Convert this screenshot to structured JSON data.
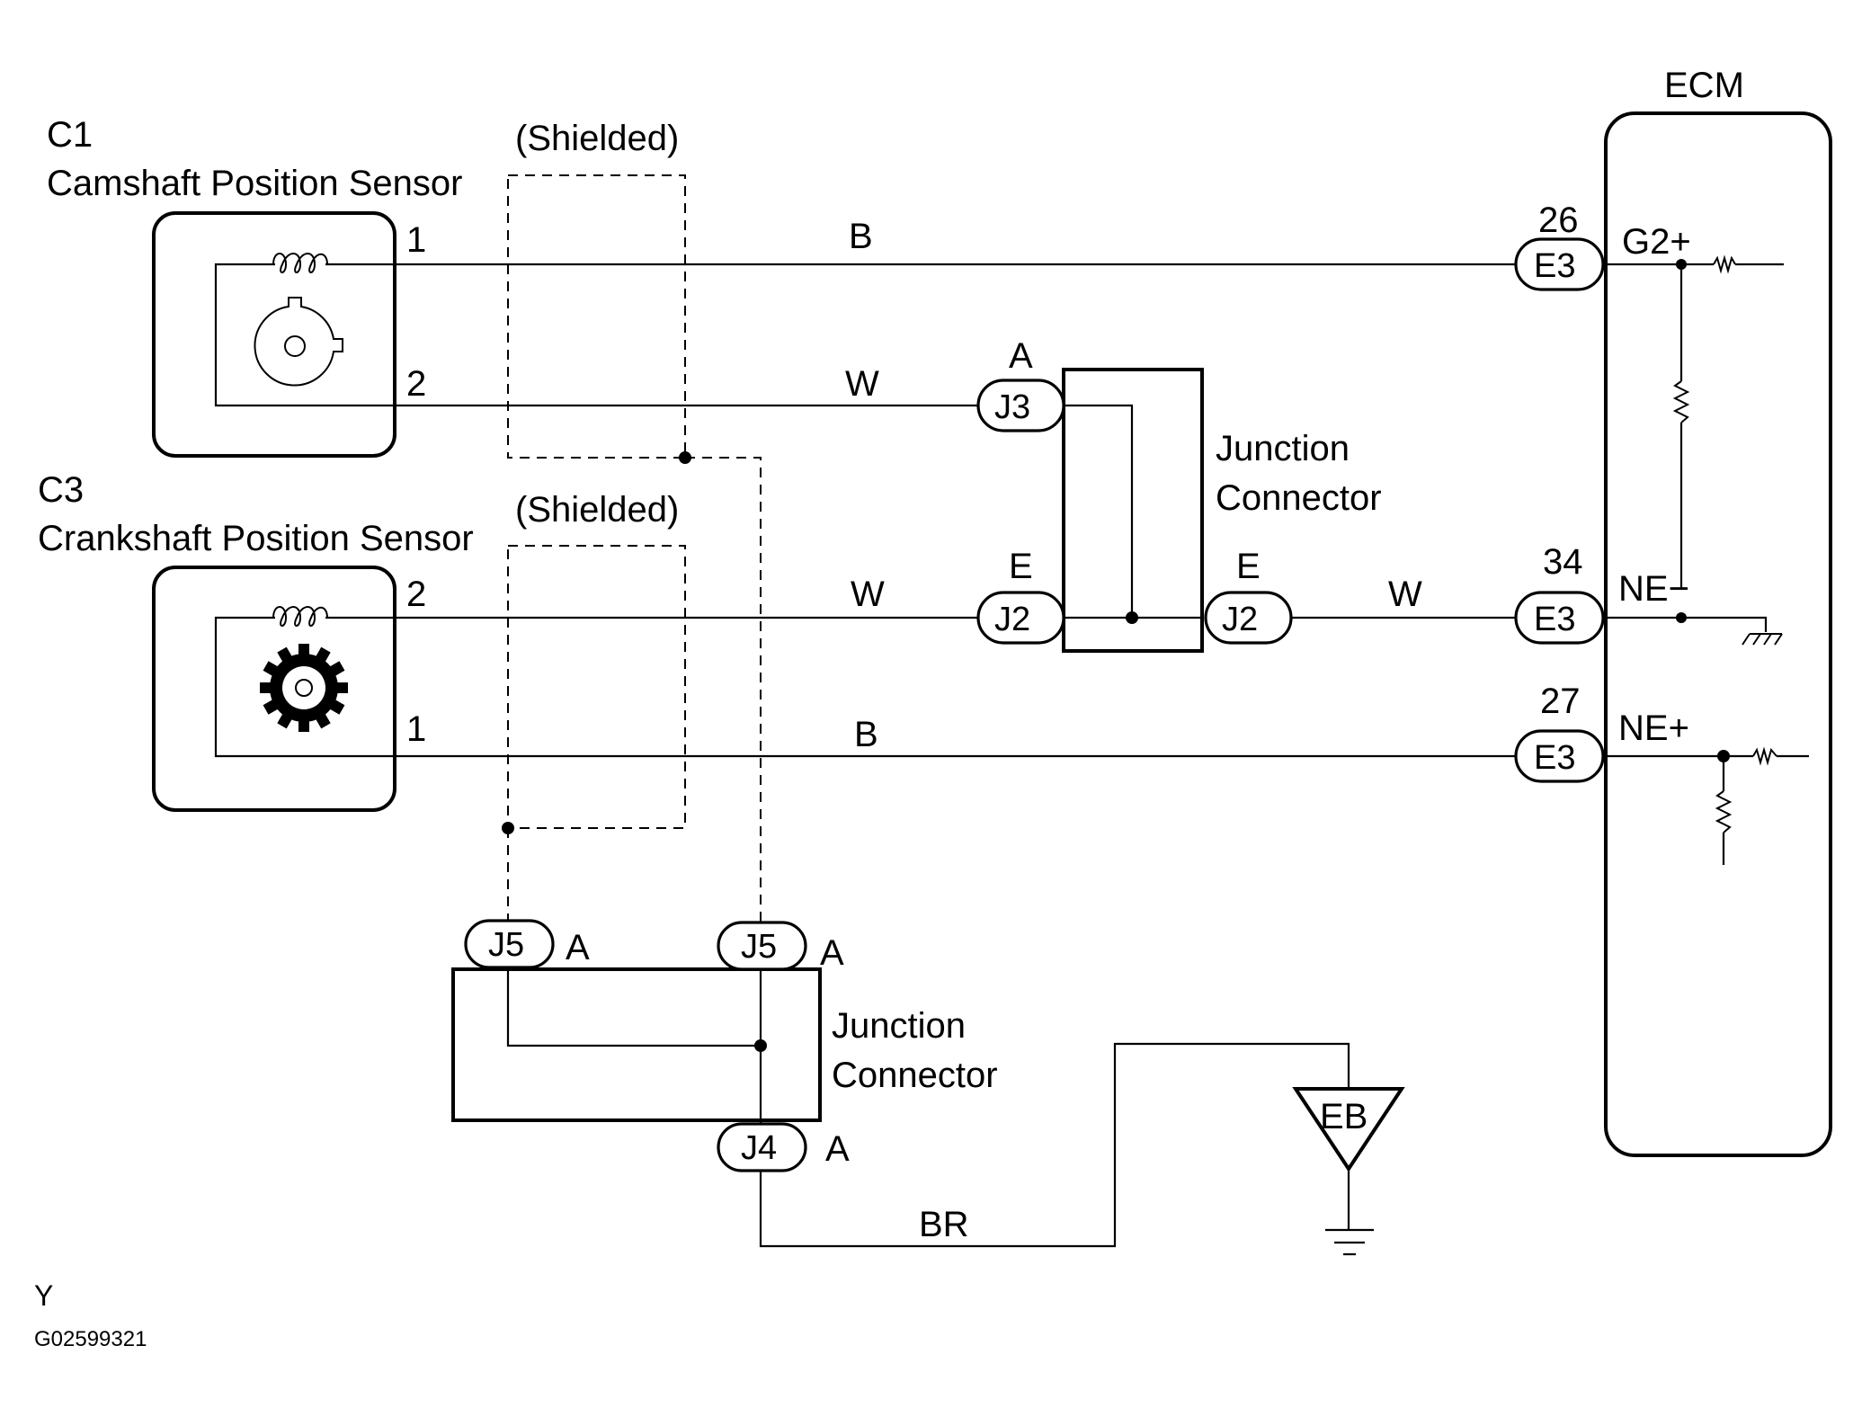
{
  "ecm": {
    "title": "ECM"
  },
  "sensors": {
    "cam": {
      "code": "C1",
      "name": "Camshaft Position Sensor",
      "pin_top": "1",
      "pin_bottom": "2"
    },
    "crank": {
      "code": "C3",
      "name": "Crankshaft Position Sensor",
      "pin_top": "2",
      "pin_bottom": "1"
    }
  },
  "shield_label": "(Shielded)",
  "wires": {
    "b": "B",
    "w": "W",
    "br": "BR"
  },
  "junction_label": {
    "line1": "Junction",
    "line2": "Connector"
  },
  "connectors": {
    "j3": "J3",
    "j2": "J2",
    "j5": "J5",
    "j4": "J4",
    "e3": "E3",
    "label_a": "A",
    "label_e": "E"
  },
  "ecm_pins": {
    "g2p": {
      "num": "26",
      "name": "G2+"
    },
    "nem": {
      "num": "34",
      "name": "NE−"
    },
    "nep": {
      "num": "27",
      "name": "NE+"
    }
  },
  "ground": {
    "label": "EB"
  },
  "footer": {
    "letter": "Y",
    "code": "G02599321"
  }
}
